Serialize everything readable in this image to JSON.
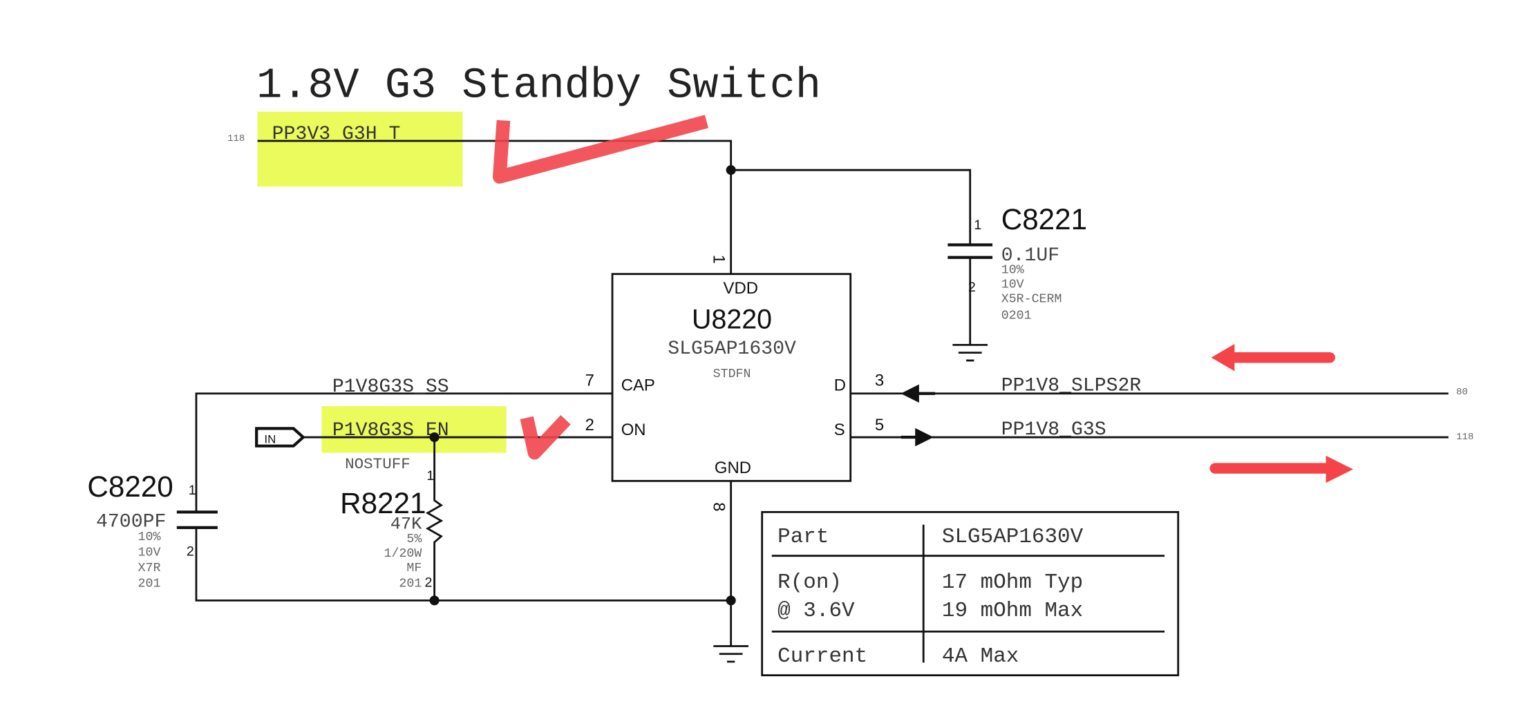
{
  "title": "1.8V G3 Standby Switch",
  "nets": {
    "top_power": {
      "name": "PP3V3_G3H_T",
      "page_ref": "118"
    },
    "cap": {
      "name": "P1V8G3S_SS"
    },
    "enable": {
      "name": "P1V8G3S_EN",
      "port": "IN",
      "note": "NOSTUFF"
    },
    "drain": {
      "name": "PP1V8_SLPS2R",
      "page_ref": "80"
    },
    "source": {
      "name": "PP1V8_G3S",
      "page_ref": "118"
    }
  },
  "chip": {
    "ref": "U8220",
    "part": "SLG5AP1630V",
    "package": "STDFN",
    "pins": {
      "vdd": {
        "label": "VDD",
        "num": "1"
      },
      "cap": {
        "label": "CAP",
        "num": "7"
      },
      "on": {
        "label": "ON",
        "num": "2"
      },
      "d": {
        "label": "D",
        "num": "3"
      },
      "s": {
        "label": "S",
        "num": "5"
      },
      "gnd": {
        "label": "GND",
        "num": "8"
      }
    }
  },
  "c8221": {
    "ref": "C8221",
    "value": "0.1UF",
    "tol": "10%",
    "volt": "10V",
    "dielectric": "X5R-CERM",
    "size": "0201",
    "pin1": "1",
    "pin2": "2"
  },
  "c8220": {
    "ref": "C8220",
    "value": "4700PF",
    "tol": "10%",
    "volt": "10V",
    "dielectric": "X7R",
    "size": "201",
    "pin1": "1",
    "pin2": "2"
  },
  "r8221": {
    "ref": "R8221",
    "value": "47K",
    "tol": "5%",
    "power": "1/20W",
    "type": "MF",
    "size": "201",
    "pin1": "1",
    "pin2": "2"
  },
  "spec_table": {
    "rows": [
      {
        "label": [
          "Part"
        ],
        "value": [
          "SLG5AP1630V"
        ]
      },
      {
        "label": [
          "R(on)",
          "@ 3.6V"
        ],
        "value": [
          "17 mOhm Typ",
          "19 mOhm Max"
        ]
      },
      {
        "label": [
          "Current"
        ],
        "value": [
          "4A Max"
        ]
      }
    ]
  },
  "annotations": {
    "highlight_color": "#eefc5a",
    "marker_color": "#f0454b"
  }
}
